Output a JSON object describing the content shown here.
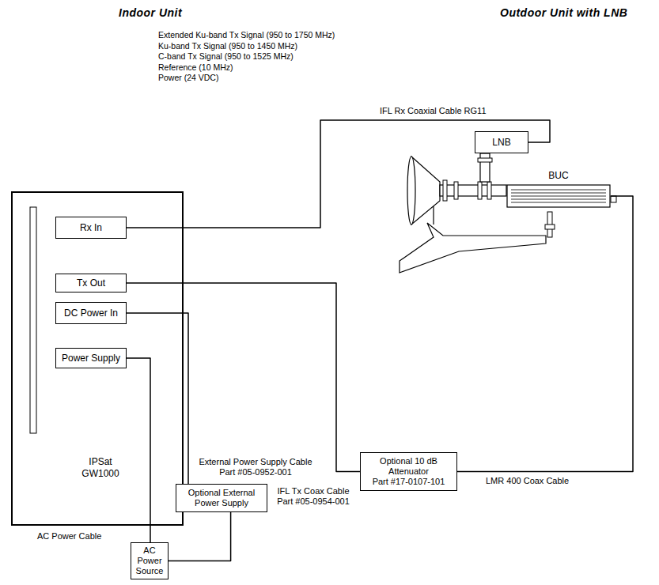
{
  "diagram": {
    "nodes": [
      {
        "text": [
          "LNB"
        ]
      },
      {
        "text": [
          "BUC"
        ]
      },
      {
        "text": [
          "IPSat GW1000"
        ]
      },
      {
        "text": [
          "Rx In"
        ],
        "in": 2
      },
      {
        "text": [
          "Tx Out"
        ],
        "in": 2
      },
      {
        "text": [
          "DC Power In"
        ],
        "in": 2
      },
      {
        "text": [
          "Power Supply"
        ],
        "in": 2
      },
      {
        "text": [
          "Optional 10 dB Attenuator",
          "Part #17-0107-101"
        ]
      },
      {
        "text": [
          "Optional External Power Supply"
        ]
      },
      {
        "text": [
          "AC Power Source"
        ]
      }
    ],
    "edges": [
      {
        "from": 0,
        "to": 3,
        "arrow": "none",
        "label": "IFL Rx Coaxial Cable RG11"
      },
      {
        "from": 4,
        "to": 7,
        "arrow": "none",
        "label": "IFL Tx Coax Cable Part #05-0954-001"
      },
      {
        "from": 7,
        "to": 1,
        "arrow": "none",
        "label": "LMR 400 Coax Cable"
      },
      {
        "from": 5,
        "to": 8,
        "arrow": "none",
        "label": "External Power Supply Cable Part #05-0952-001"
      },
      {
        "from": 6,
        "to": 9,
        "arrow": "none",
        "label": "AC Power Cable"
      },
      {
        "from": 8,
        "to": 9,
        "arrow": "none"
      }
    ],
    "labels": [
      "Indoor Unit",
      "Outdoor Unit with LNB",
      "Extended Ku-band Tx Signal (950 to 1750 MHz)",
      "Ku-band Tx Signal (950 to 1450 MHz)",
      "C-band Tx Signal (950 to 1525 MHz)",
      "Reference (10 MHz)",
      "Power (24 VDC)"
    ]
  }
}
